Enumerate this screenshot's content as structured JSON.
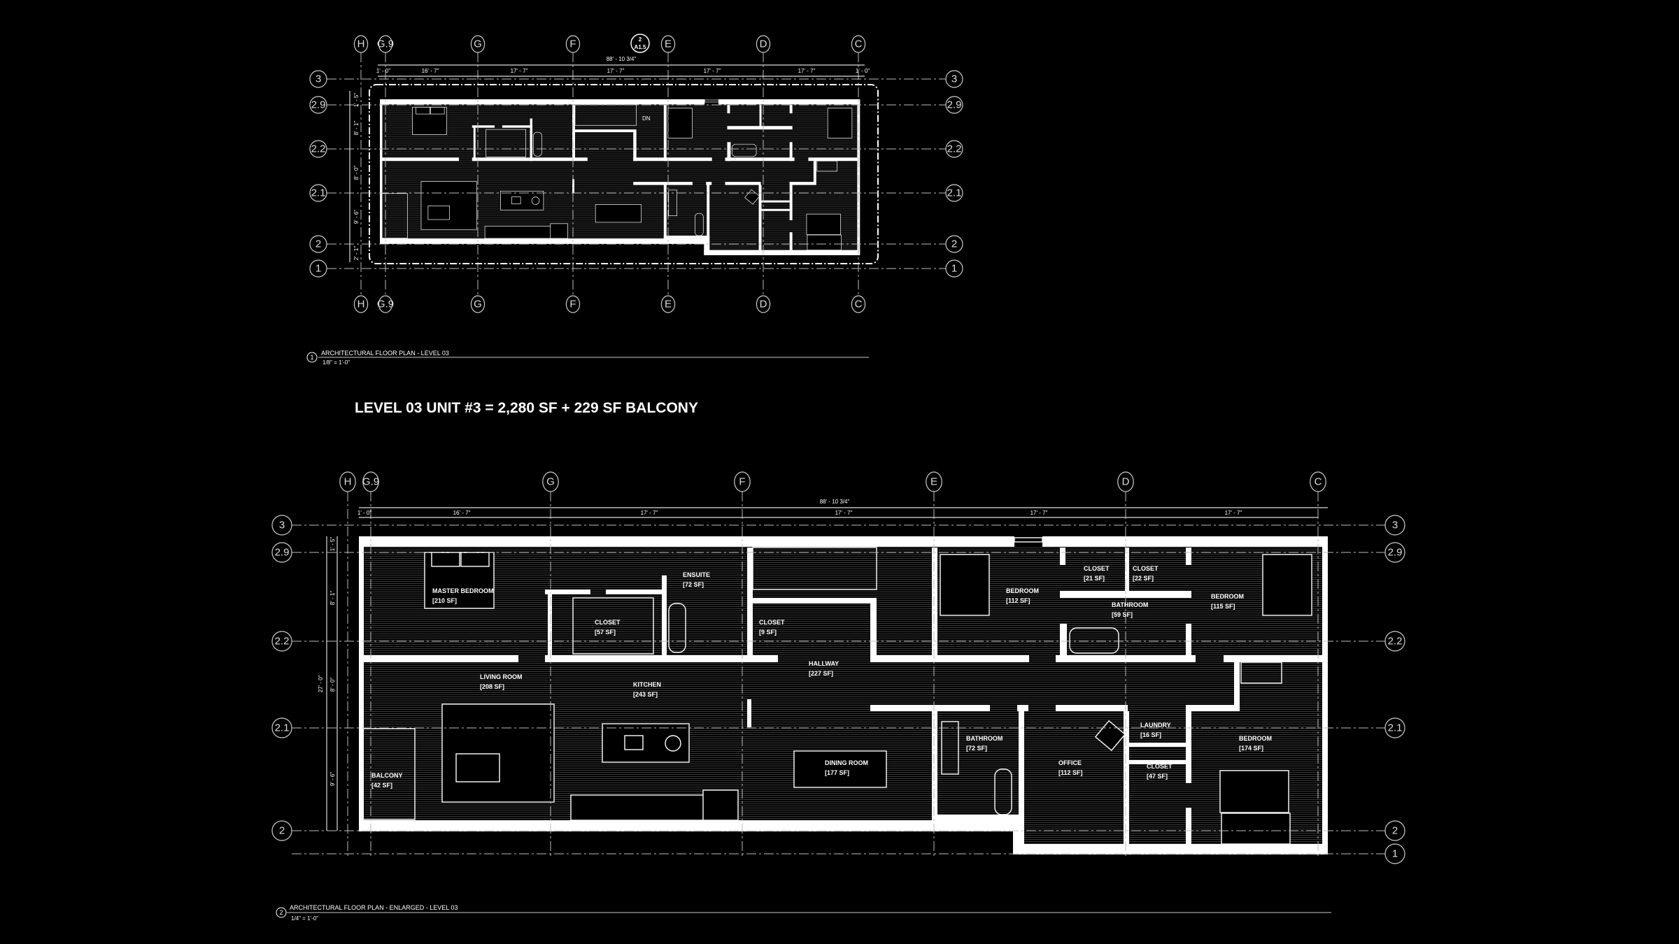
{
  "heading": "LEVEL 03 UNIT #3 = 2,280 SF + 229 SF BALCONY",
  "plan1": {
    "number": "1",
    "title": "ARCHITECTURAL FLOOR PLAN - LEVEL 03",
    "scale": "1/8\" = 1'-0\"",
    "section_tag": {
      "number": "2",
      "sheet": "A1.5"
    },
    "stair_note": "DN",
    "overall_dim": "88' - 10 3/4\"",
    "col_dims": [
      "1' - 0\"",
      "16' - 7\"",
      "17' - 7\"",
      "17' - 7\"",
      "17' - 7\"",
      "17' - 7\"",
      "1' - 0\""
    ],
    "row_dims": [
      "1' - 5\"",
      "8' - 1\"",
      "8' - 0\"",
      "9' - 6\"",
      "2' - 1\""
    ]
  },
  "plan2": {
    "number": "2",
    "title": "ARCHITECTURAL FLOOR PLAN - ENLARGED - LEVEL 03",
    "scale": "1/4\" = 1'-0\"",
    "overall_dim": "88' - 10 3/4\"",
    "col_dims": [
      "1' - 0\"",
      "16' - 7\"",
      "17' - 7\"",
      "17' - 7\"",
      "17' - 7\"",
      "17' - 7\""
    ],
    "row_dims": [
      "1' - 5\"",
      "8' - 1\"",
      "8' - 0\"",
      "9' - 6\""
    ],
    "overall_row_dim": "27' - 0\"",
    "rooms": [
      {
        "name": "MASTER BEDROOM",
        "area": "[210 SF]"
      },
      {
        "name": "ENSUITE",
        "area": "[72 SF]"
      },
      {
        "name": "CLOSET",
        "area": "[57 SF]"
      },
      {
        "name": "CLOSET",
        "area": "[9 SF]"
      },
      {
        "name": "HALLWAY",
        "area": "[227 SF]"
      },
      {
        "name": "LIVING ROOM",
        "area": "[208 SF]"
      },
      {
        "name": "KITCHEN",
        "area": "[243 SF]"
      },
      {
        "name": "BALCONY",
        "area": "[42 SF]"
      },
      {
        "name": "DINING ROOM",
        "area": "[177 SF]"
      },
      {
        "name": "BEDROOM",
        "area": "[112 SF]"
      },
      {
        "name": "CLOSET",
        "area": "[21 SF]"
      },
      {
        "name": "CLOSET",
        "area": "[22 SF]"
      },
      {
        "name": "BATHROOM",
        "area": "[59 SF]"
      },
      {
        "name": "BEDROOM",
        "area": "[115 SF]"
      },
      {
        "name": "BATHROOM",
        "area": "[72 SF]"
      },
      {
        "name": "LAUNDRY",
        "area": "[16 SF]"
      },
      {
        "name": "BEDROOM",
        "area": "[174 SF]"
      },
      {
        "name": "OFFICE",
        "area": "[112 SF]"
      },
      {
        "name": "CLOSET",
        "area": "[47 SF]"
      }
    ]
  },
  "grid_columns": [
    "H",
    "G.9",
    "G",
    "F",
    "E",
    "D",
    "C"
  ],
  "grid_rows": [
    "3",
    "2.9",
    "2.2",
    "2.1",
    "2",
    "1"
  ],
  "colors": {
    "background": "#000000",
    "linework": "#ffffff",
    "hatch": "#3a3a3a"
  }
}
